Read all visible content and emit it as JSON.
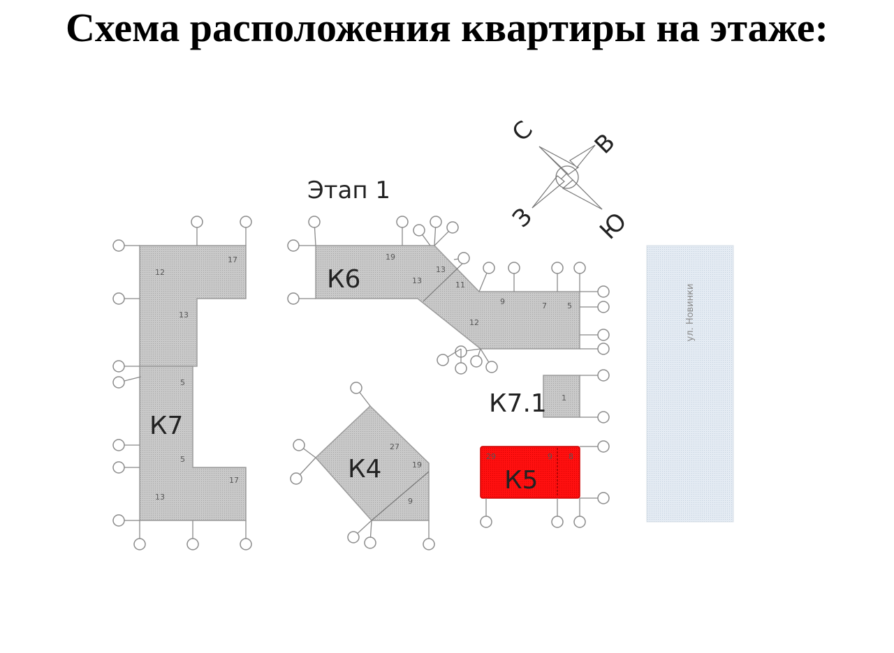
{
  "title": "Схема расположения квартиры на этаже:",
  "stage_label": "Этап 1",
  "compass": {
    "north": "С",
    "east": "В",
    "south": "Ю",
    "west": "З"
  },
  "street": {
    "label": "ул. Новинки"
  },
  "buildings": {
    "k7": {
      "name": "К7",
      "floors": [
        "17",
        "12",
        "13",
        "5",
        "5",
        "17",
        "13"
      ]
    },
    "k6": {
      "name": "К6",
      "floors": [
        "19",
        "13",
        "13",
        "11",
        "12",
        "9",
        "7",
        "5"
      ]
    },
    "k71": {
      "name": "К7.1",
      "floors": [
        "1"
      ]
    },
    "k4": {
      "name": "К4",
      "floors": [
        "27",
        "19",
        "9"
      ]
    },
    "k5": {
      "name": "К5",
      "floors": [
        "29",
        "9",
        "8"
      ],
      "highlighted": true
    }
  },
  "colors": {
    "building_fill": "#c8c8c8",
    "highlight_fill": "#ff0000",
    "street_fill": "#dfe7ef"
  }
}
